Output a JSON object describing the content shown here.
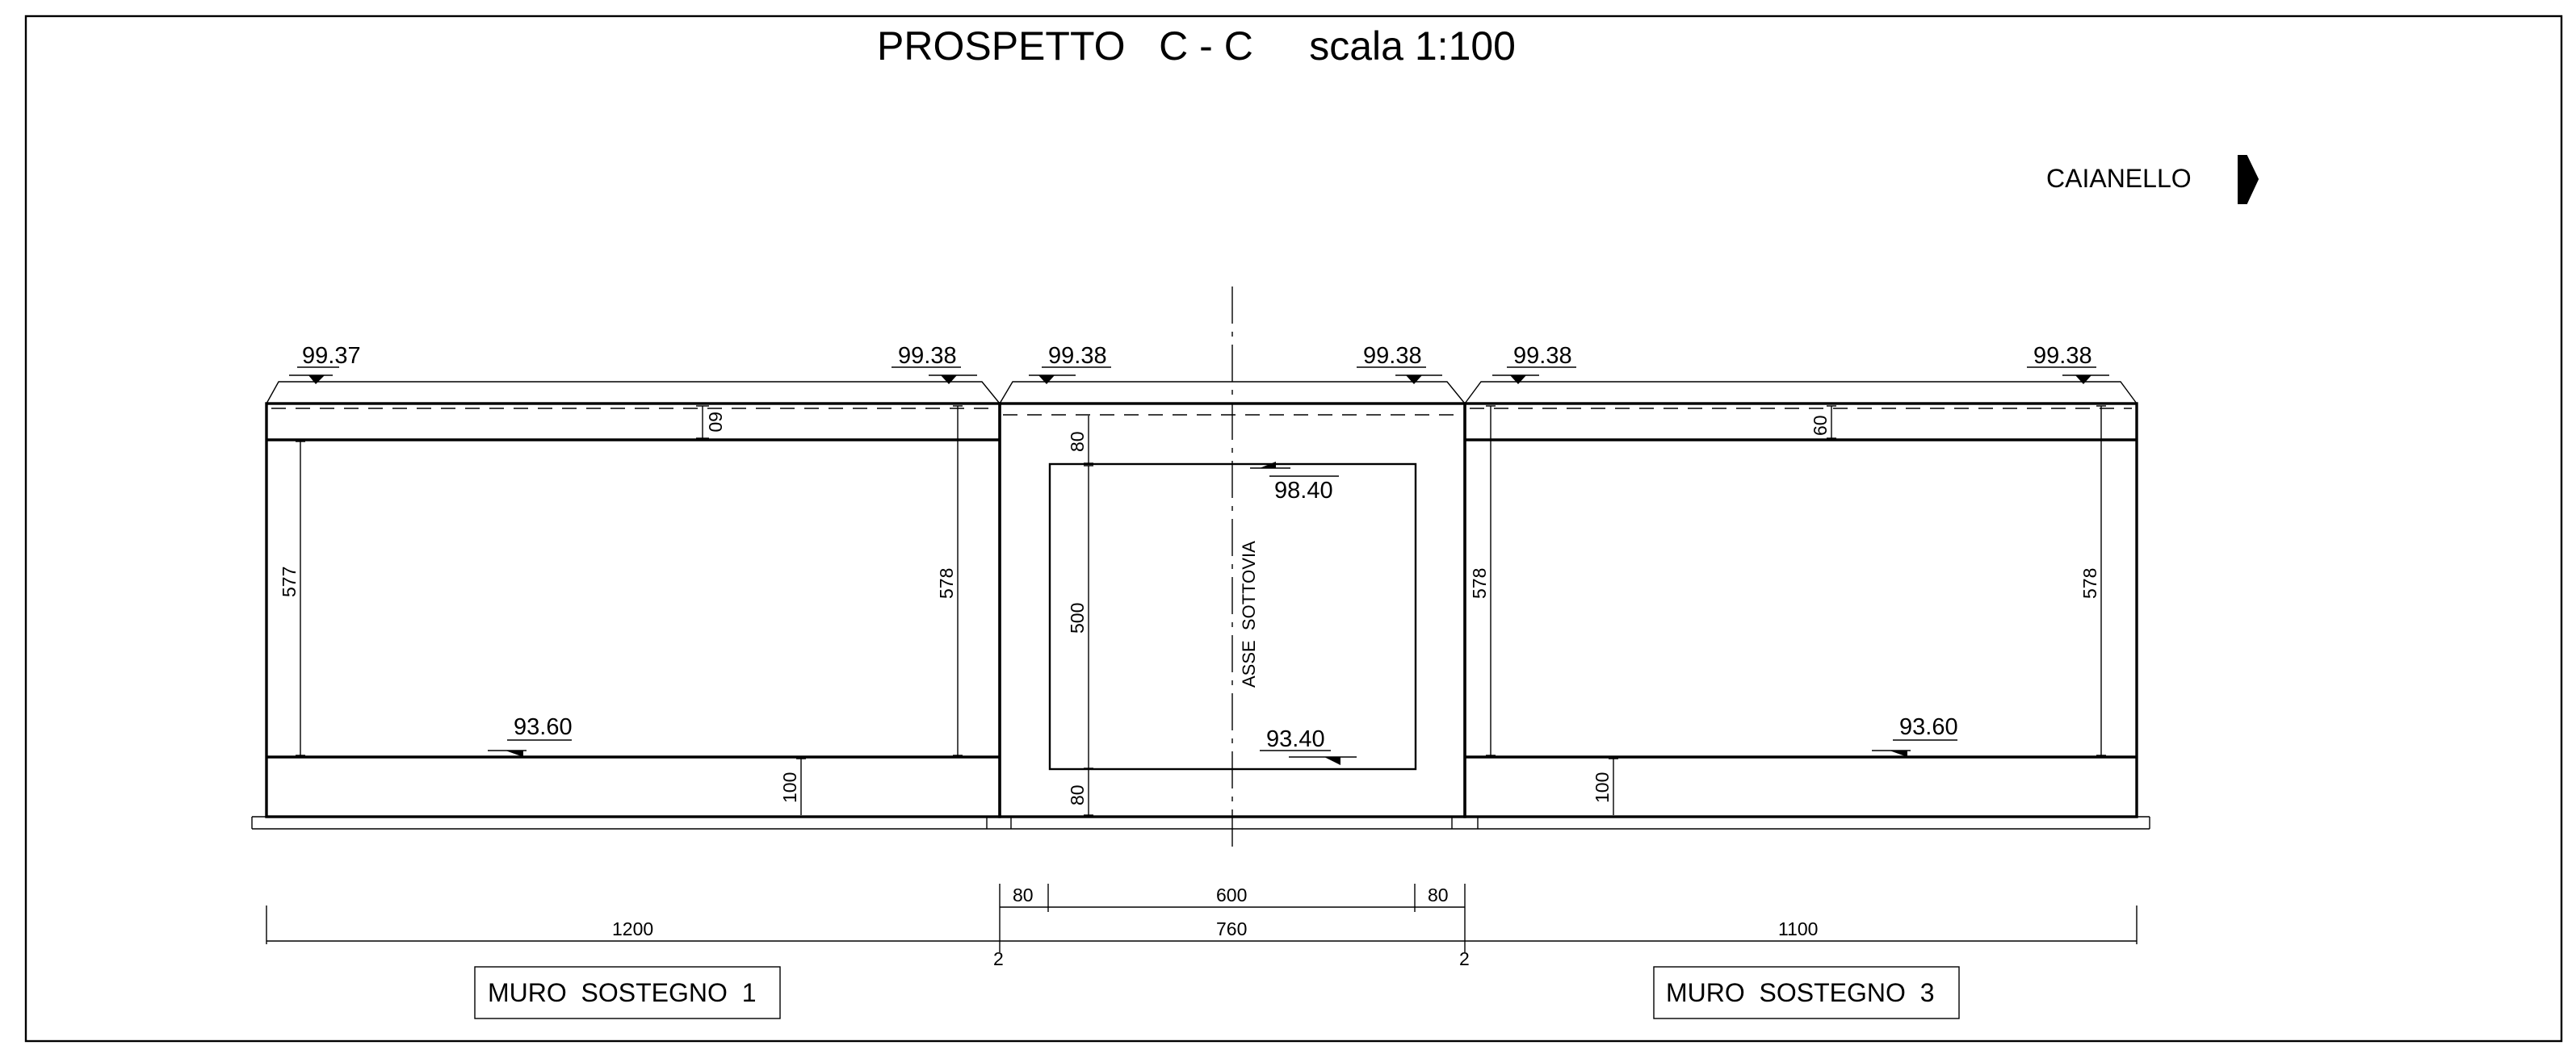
{
  "title": "PROSPETTO   C - C     scala 1:100",
  "direction": {
    "label": "CAIANELLO"
  },
  "elevations": {
    "top_left_start": "99.37",
    "top_left_end": "99.38",
    "top_center_start": "99.38",
    "top_center_end": "99.38",
    "top_right_start": "99.38",
    "top_right_end": "99.38",
    "opening_top": "98.40",
    "opening_bottom": "93.40",
    "footing_left": "93.60",
    "footing_right": "93.60"
  },
  "vertical_dims": {
    "left_cap": "60",
    "left_wall_a": "577",
    "left_wall_b": "578",
    "left_footing": "100",
    "center_top": "80",
    "center_opening": "500",
    "center_bottom": "80",
    "right_wall_a": "578",
    "right_cap": "60",
    "right_wall_b": "578",
    "right_footing": "100"
  },
  "axis_label": "ASSE  SOTTOVIA",
  "horizontal_dims": {
    "left_span": "1200",
    "center_span": "760",
    "right_span": "1100",
    "wall_left": "80",
    "opening": "600",
    "wall_right": "80",
    "joint_left": "2",
    "joint_right": "2"
  },
  "labels": {
    "muro_left": "MURO  SOSTEGNO  1",
    "muro_right": "MURO  SOSTEGNO  3"
  },
  "colors": {
    "ink": "#000000",
    "paper": "#ffffff"
  }
}
